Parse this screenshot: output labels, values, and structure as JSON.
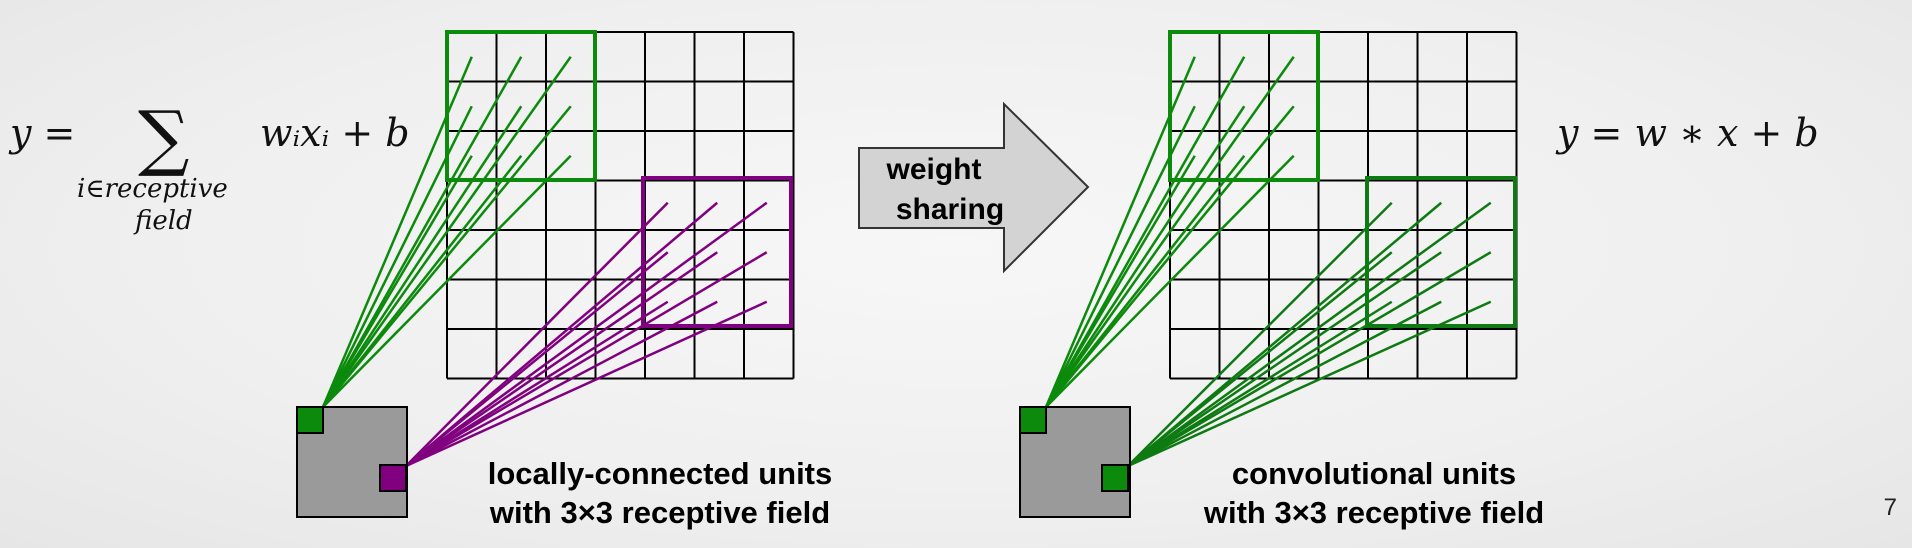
{
  "left_panel": {
    "formula": {
      "lhs": "y =",
      "operator": "∑",
      "subscript_line1": "i∈receptive",
      "subscript_line2": "field",
      "term": "wᵢxᵢ + b"
    },
    "caption_line1": "locally-connected units",
    "caption_line2": "with 3×3 receptive field"
  },
  "arrow": {
    "line1": "weight",
    "line2": "sharing"
  },
  "right_panel": {
    "formula": "y = w ∗ x + b",
    "caption_line1": "convolutional units",
    "caption_line2": "with 3×3 receptive field"
  },
  "page_number": "7",
  "colors": {
    "green": "#0b8a0b",
    "dark_green": "#0e7a12",
    "purple": "#800080",
    "unit_gray": "#9a9a9a",
    "arrow_fill": "#d3d3d3"
  }
}
